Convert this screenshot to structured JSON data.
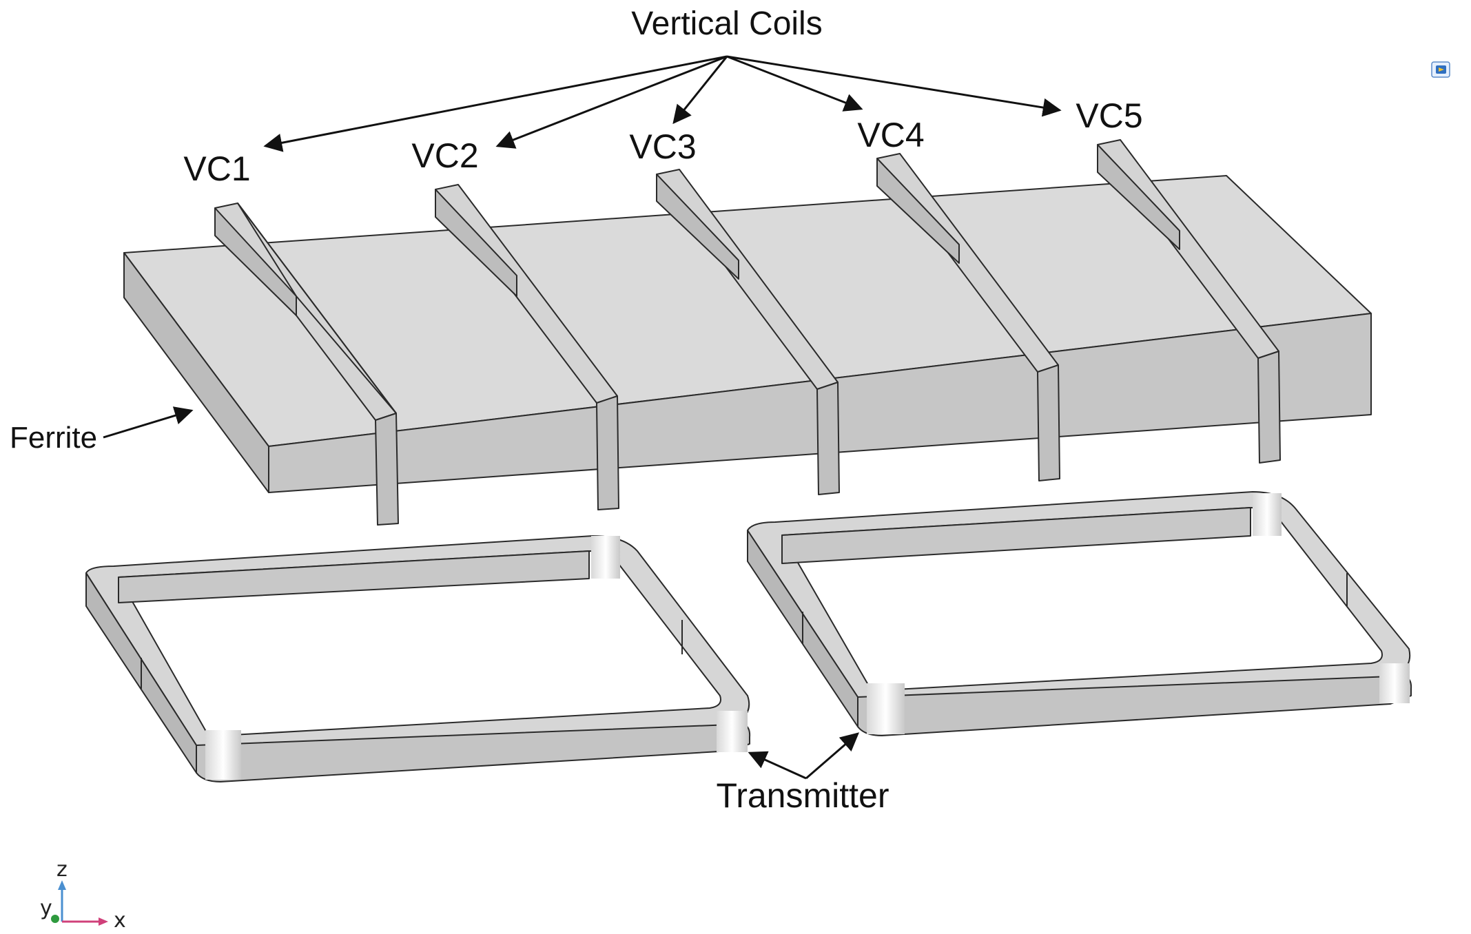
{
  "labels": {
    "title": "Vertical Coils",
    "coils": [
      "VC1",
      "VC2",
      "VC3",
      "VC4",
      "VC5"
    ],
    "ferrite": "Ferrite",
    "transmitter": "Transmitter"
  },
  "axes": {
    "z": "z",
    "y": "y",
    "x": "x"
  },
  "colors": {
    "face_top": "#dadada",
    "face_front": "#c3c3c3",
    "face_side": "#a8a8a8",
    "edge": "#2a2a2a",
    "axis_z": "#4a8fd0",
    "axis_x": "#d0407a",
    "axis_y": "#2e9a3e"
  },
  "icons": {
    "corner": "view-toggle-icon"
  }
}
